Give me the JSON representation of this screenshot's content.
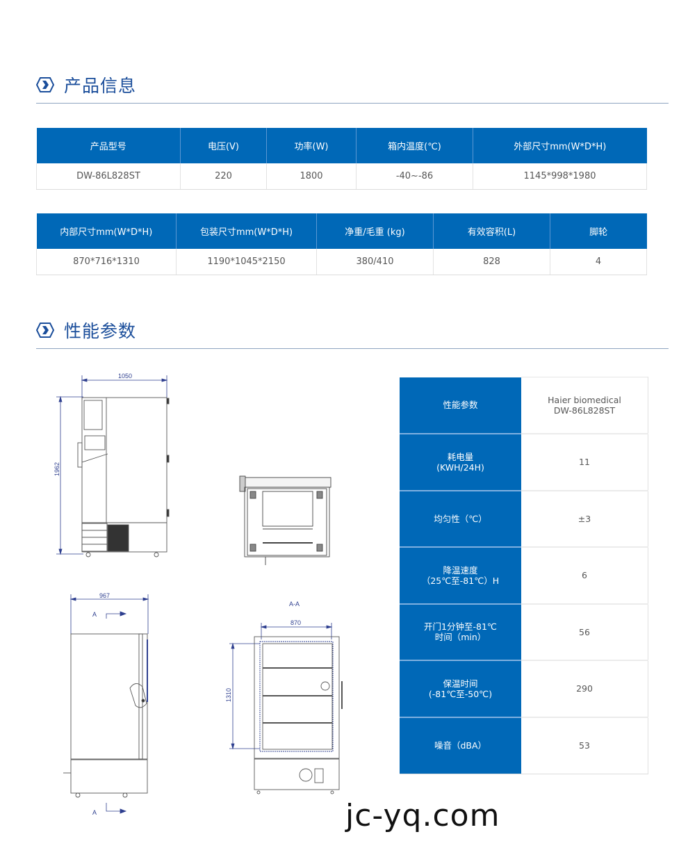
{
  "sections": {
    "product_info": {
      "title": "产品信息",
      "icon": "hexagon-chevron-icon"
    },
    "performance": {
      "title": "性能参数",
      "icon": "hexagon-chevron-icon"
    }
  },
  "table1": {
    "headers": [
      "产品型号",
      "电压(V)",
      "功率(W)",
      "箱内温度(℃)",
      "外部尺寸mm(W*D*H)"
    ],
    "row": [
      "DW-86L828ST",
      "220",
      "1800",
      "-40~-86",
      "1145*998*1980"
    ]
  },
  "table2": {
    "headers": [
      "内部尺寸mm(W*D*H)",
      "包装尺寸mm(W*D*H)",
      "净重/毛重 (kg)",
      "有效容积(L)",
      "脚轮"
    ],
    "row": [
      "870*716*1310",
      "1190*1045*2150",
      "380/410",
      "828",
      "4"
    ]
  },
  "performance_table": {
    "header": {
      "key": "性能参数",
      "value_line1": "Haier biomedical",
      "value_line2": "DW-86L828ST"
    },
    "rows": [
      {
        "key_line1": "耗电量",
        "key_line2": "(KWH/24H)",
        "value": "11"
      },
      {
        "key_line1": "均匀性（℃）",
        "key_line2": "",
        "value": "±3"
      },
      {
        "key_line1": "降温速度",
        "key_line2": "（25℃至-81℃）H",
        "value": "6"
      },
      {
        "key_line1": "开门1分钟至-81℃",
        "key_line2": "时间（min）",
        "value": "56"
      },
      {
        "key_line1": "保温时间",
        "key_line2": "(-81℃至-50℃)",
        "value": "290"
      },
      {
        "key_line1": "噪音（dBA）",
        "key_line2": "",
        "value": "53"
      }
    ]
  },
  "drawings": {
    "front": {
      "width_dim": "1050",
      "height_dim": "1962"
    },
    "top": {},
    "side": {
      "width_dim": "967",
      "section_marker": "A"
    },
    "section": {
      "title": "A-A",
      "width_dim": "870",
      "height_dim": "1310"
    }
  },
  "colors": {
    "brand_blue": "#0068b7",
    "title_blue": "#1b4e9b",
    "rule": "#8ea4c0"
  },
  "watermark": "jc-yq.com"
}
